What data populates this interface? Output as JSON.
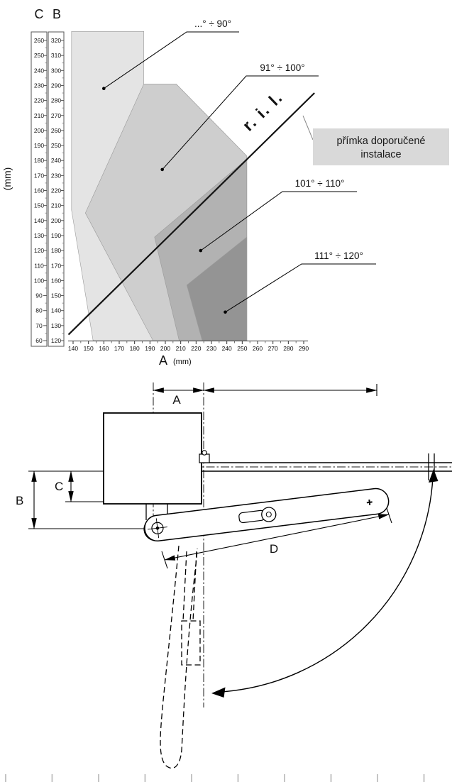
{
  "chart_data": {
    "type": "area",
    "title": "",
    "x_letter": "A",
    "x_unit": "(mm)",
    "y_unit": "(mm)",
    "left_scale_letter": "C",
    "right_scale_letter": "B",
    "xlabel": "A (mm)",
    "ylabel": "C / B (mm)",
    "xlim": [
      140,
      290
    ],
    "ylim_B": [
      120,
      320
    ],
    "ylim_C": [
      60,
      260
    ],
    "grid": false,
    "x_ticks": [
      140,
      150,
      160,
      170,
      180,
      190,
      200,
      210,
      220,
      230,
      240,
      250,
      260,
      270,
      280,
      290
    ],
    "c_ticks": [
      260,
      250,
      240,
      230,
      220,
      210,
      200,
      190,
      180,
      170,
      160,
      150,
      140,
      130,
      120,
      110,
      100,
      90,
      80,
      70,
      60
    ],
    "b_ticks": [
      320,
      310,
      300,
      290,
      280,
      270,
      260,
      250,
      240,
      230,
      220,
      210,
      200,
      190,
      180,
      170,
      160,
      150,
      140,
      130,
      120
    ],
    "zones": [
      {
        "label": "...° ÷ 90°",
        "angle_range_deg": [
          null,
          90
        ],
        "color": "#e4e4e4",
        "points_A_B": [
          [
            139,
            326
          ],
          [
            186,
            326
          ],
          [
            186,
            291
          ],
          [
            207,
            291
          ],
          [
            253,
            243
          ],
          [
            253,
            120
          ],
          [
            153,
            120
          ],
          [
            139,
            207
          ]
        ],
        "callout_dot_A_B": [
          160,
          288
        ]
      },
      {
        "label": "91° ÷ 100°",
        "angle_range_deg": [
          91,
          100
        ],
        "color": "#cecece",
        "points_A_B": [
          [
            186,
            291
          ],
          [
            207,
            291
          ],
          [
            253,
            243
          ],
          [
            253,
            120
          ],
          [
            192,
            120
          ],
          [
            148,
            205
          ]
        ],
        "callout_dot_A_B": [
          198,
          234
        ]
      },
      {
        "label": "101° ÷ 110°",
        "angle_range_deg": [
          101,
          110
        ],
        "color": "#b2b2b2",
        "points_A_B": [
          [
            193,
            189
          ],
          [
            253,
            241
          ],
          [
            253,
            120
          ],
          [
            209,
            120
          ]
        ],
        "callout_dot_A_B": [
          223,
          180
        ]
      },
      {
        "label": "111° ÷ 120°",
        "angle_range_deg": [
          111,
          120
        ],
        "color": "#949494",
        "points_A_B": [
          [
            214,
            157
          ],
          [
            253,
            189
          ],
          [
            253,
            120
          ],
          [
            224,
            120
          ]
        ],
        "callout_dot_A_B": [
          239,
          139
        ]
      }
    ],
    "recommended_line": {
      "label": "r. i. l.",
      "from_A_B": [
        137,
        124
      ],
      "to_A_B": [
        297,
        285
      ],
      "note_line1": "přímka doporučené",
      "note_line2": "instalace",
      "note_bg": "#d9d9d9"
    },
    "legend_position": "callouts"
  },
  "diagram": {
    "dim_a": "A",
    "dim_b": "B",
    "dim_c": "C",
    "dim_d": "D",
    "plus_mark": "+"
  }
}
